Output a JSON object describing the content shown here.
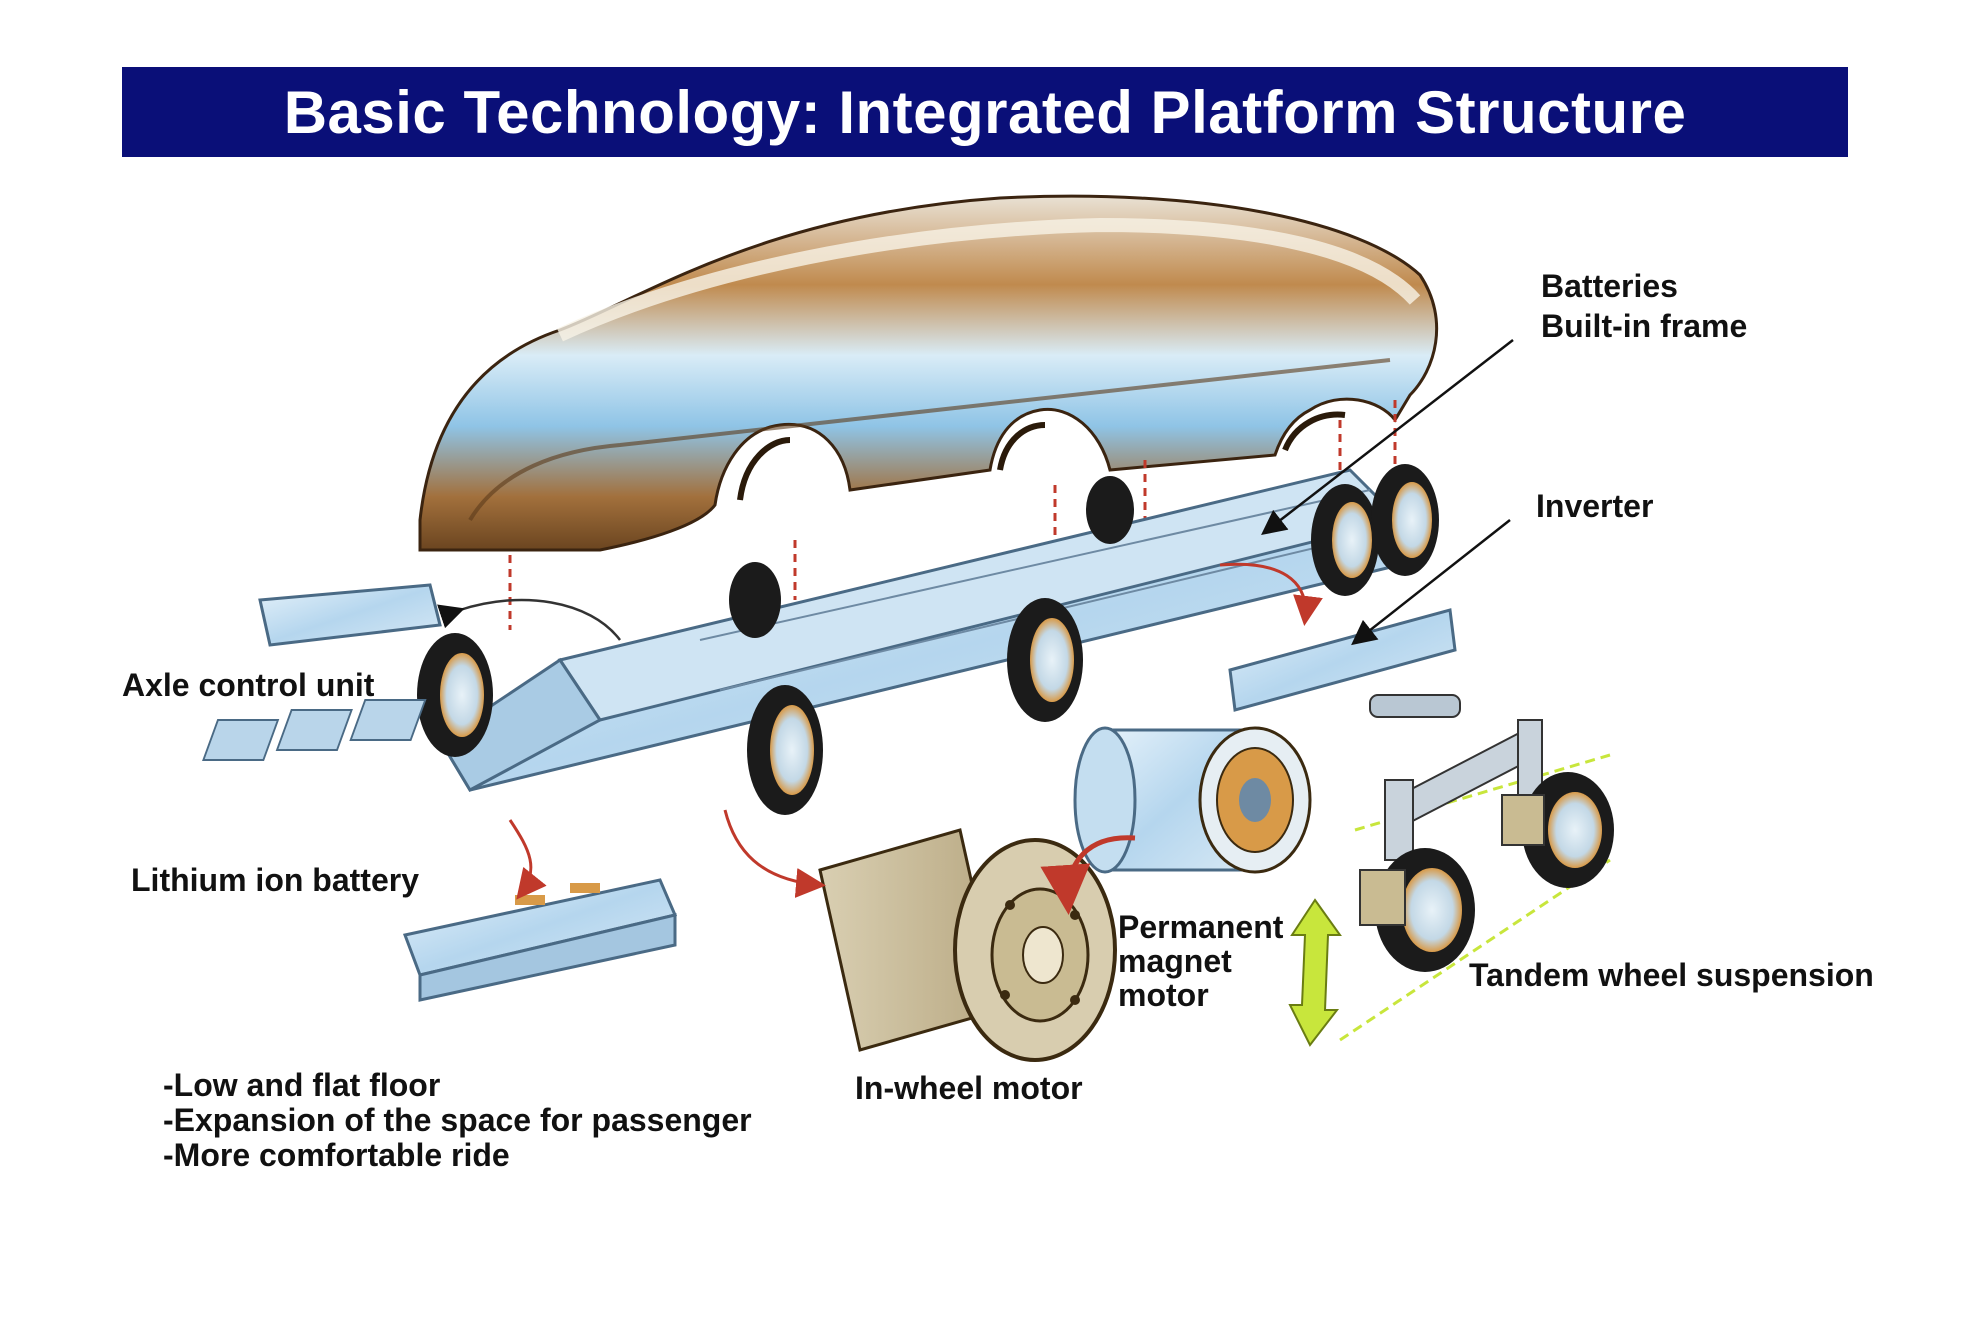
{
  "title": "Basic Technology: Integrated Platform Structure",
  "labels": {
    "batteries": "Batteries",
    "built_in_frame": "Built-in frame",
    "inverter": "Inverter",
    "axle_control_unit": "Axle control unit",
    "lithium_ion_battery": "Lithium ion battery",
    "permanent_magnet_motor": [
      "Permanent",
      "magnet",
      "motor"
    ],
    "tandem_wheel_suspension": "Tandem wheel suspension",
    "in_wheel_motor": "In-wheel motor"
  },
  "bullets": [
    "-Low and flat floor",
    "-Expansion of the space for passenger",
    "-More comfortable ride"
  ],
  "colors": {
    "title_bar": "#0a0f78",
    "title_text": "#ffffff",
    "red_arrow": "#c0392b",
    "body_bronze": "#a06a32",
    "glass_blue": "#bcd9ee",
    "suspension_arrow": "#c8e63c"
  }
}
